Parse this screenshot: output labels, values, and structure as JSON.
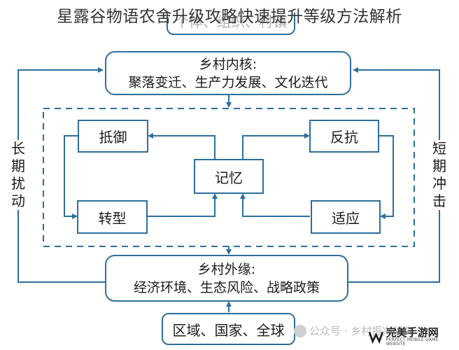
{
  "header": {
    "title": "星露谷物语农舍升级攻略快速提升等级方法解析",
    "top_box_text": "个体、组织、村镇"
  },
  "diagram": {
    "top": {
      "line1": "乡村内核:",
      "line2": "聚落变迁、生产力发展、文化迭代"
    },
    "bottom": {
      "line1": "乡村外缘:",
      "line2": "经济环境、生态风险、战略政策"
    },
    "base": "区域、国家、全球",
    "center": "记忆",
    "left_top": "抵御",
    "left_bottom": "转型",
    "right_top": "反抗",
    "right_bottom": "适应",
    "left_side": [
      "长",
      "期",
      "扰",
      "动"
    ],
    "right_side": [
      "短",
      "期",
      "冲",
      "击"
    ]
  },
  "watermark": {
    "text": "公众号 · 乡村振兴研究"
  },
  "logo": {
    "cn": "完美手游网",
    "en": "PERFECT MOBILE GAME WEBSITE"
  },
  "colors": {
    "line": "#2c6f9c",
    "text": "#1a1a1a"
  }
}
